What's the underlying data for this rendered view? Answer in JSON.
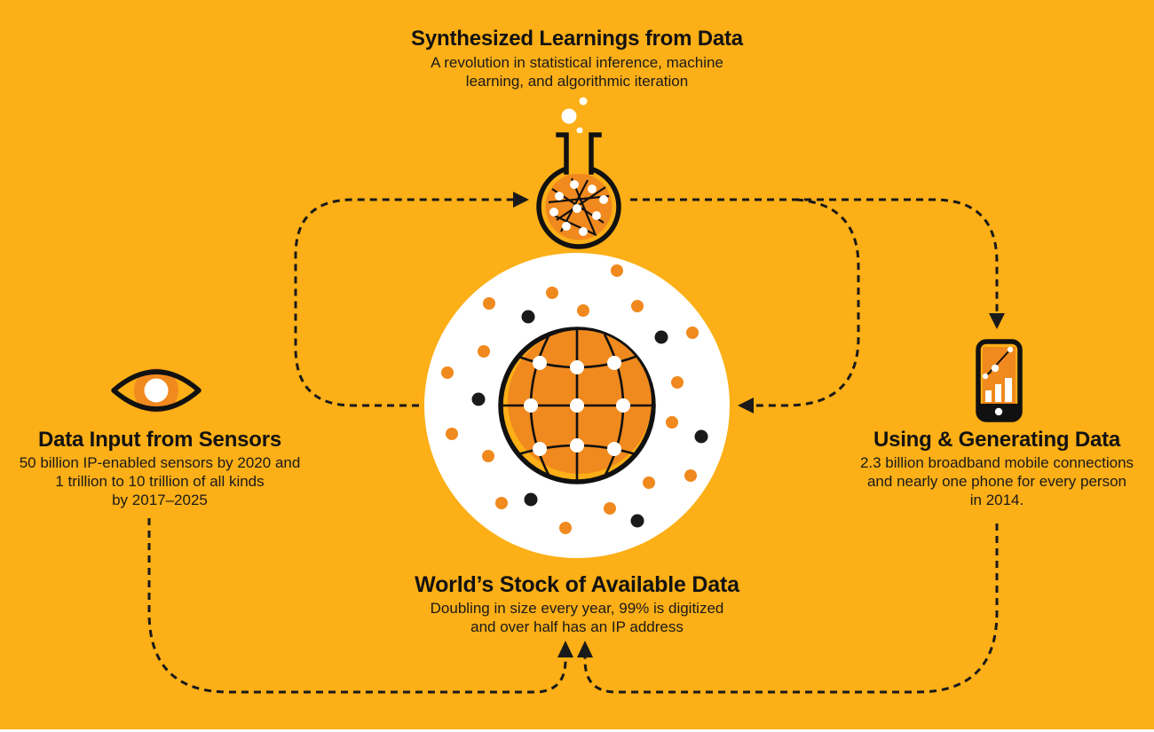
{
  "canvas": {
    "background_color": "#FCAF16",
    "accent_color": "#F0891E",
    "ink_color": "#1A1A1A",
    "white_color": "#FFFFFF"
  },
  "nodes": {
    "learnings": {
      "icon": "flask-icon",
      "title": "Synthesized Learnings from Data",
      "lines": [
        "A revolution in statistical inference, machine",
        "learning, and algorithmic iteration"
      ]
    },
    "sensors": {
      "icon": "eye-icon",
      "title": "Data Input from Sensors",
      "lines": [
        "50 billion IP-enabled sensors by 2020 and",
        "1 trillion to 10 trillion of all kinds",
        "by 2017–2025"
      ]
    },
    "usage": {
      "icon": "phone-icon",
      "title": "Using & Generating Data",
      "lines": [
        "2.3 billion broadband mobile connections",
        "and nearly one phone for every person",
        "in 2014."
      ]
    },
    "stock": {
      "icon": "globe-icon",
      "title": "World’s Stock of Available Data",
      "lines": [
        "Doubling in size every year, 99% is digitized",
        "and over half has an IP address"
      ]
    }
  },
  "flows": [
    {
      "from": "stock",
      "to": "learnings"
    },
    {
      "from": "learnings",
      "to": "stock"
    },
    {
      "from": "learnings",
      "to": "usage"
    },
    {
      "from": "usage",
      "to": "stock"
    },
    {
      "from": "sensors",
      "to": "stock"
    }
  ]
}
